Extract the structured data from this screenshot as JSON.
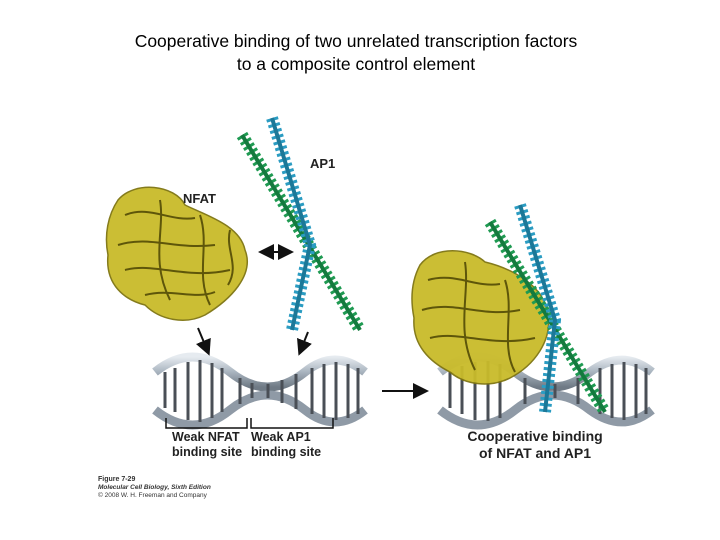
{
  "title": {
    "line1": "Cooperative binding of two unrelated transcription factors",
    "line2": "to a composite control element"
  },
  "labels": {
    "ap1": "AP1",
    "nfat": "NFAT",
    "weak_nfat_line1": "Weak NFAT",
    "weak_nfat_line2": "binding site",
    "weak_ap1_line1": "Weak AP1",
    "weak_ap1_line2": "binding site",
    "coop_line1": "Cooperative binding",
    "coop_line2": "of NFAT and AP1"
  },
  "credit": {
    "figure": "Figure 7-29",
    "book": "Molecular Cell Biology, Sixth Edition",
    "copyright": "© 2008 W. H. Freeman and Company"
  },
  "colors": {
    "nfat": "#c9bb2a",
    "ap1_green": "#1f9a52",
    "ap1_blue": "#2b9cc2",
    "dna": "#9aa6b2"
  }
}
